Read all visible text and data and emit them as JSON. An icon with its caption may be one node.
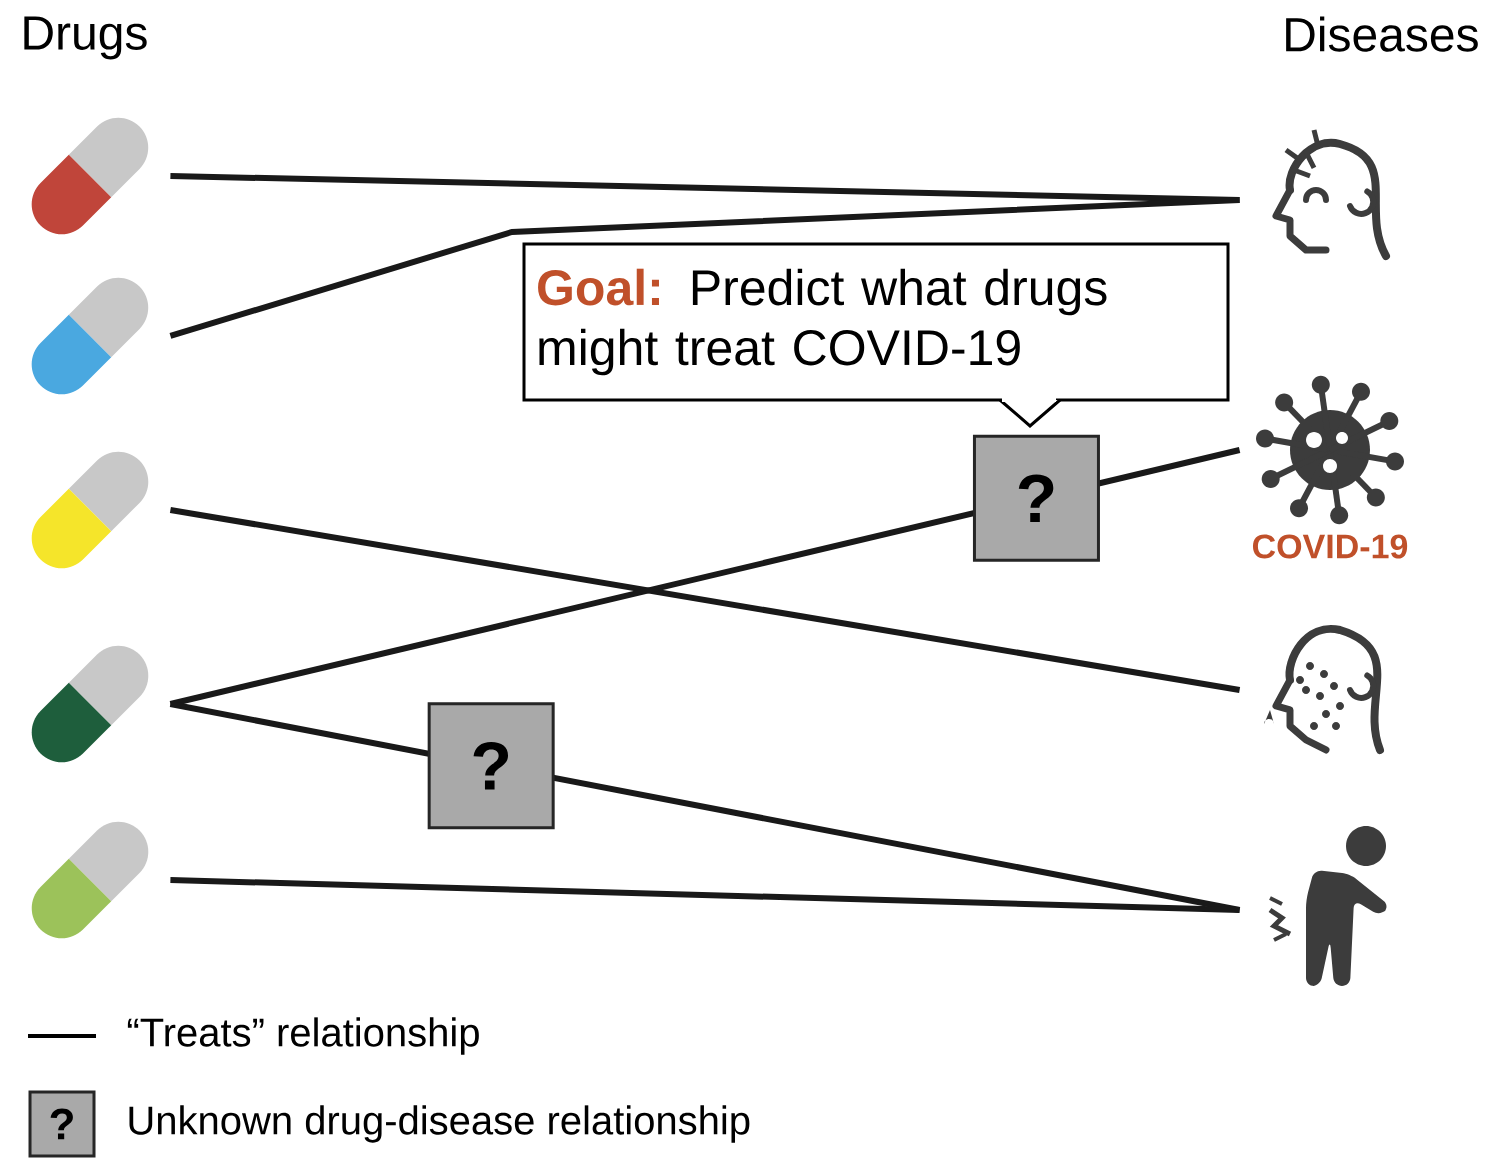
{
  "diagram": {
    "nodes": [
      {
        "text": [],
        "shape": "pill"
      },
      {
        "text": [],
        "shape": "pill"
      },
      {
        "text": [],
        "shape": "pill"
      },
      {
        "text": [],
        "shape": "pill"
      },
      {
        "text": [],
        "shape": "pill"
      },
      {
        "text": [],
        "shape": "picture"
      },
      {
        "text": [],
        "shape": "picture",
        "beside": [
          "COVID-19"
        ]
      },
      {
        "text": [],
        "shape": "picture"
      },
      {
        "text": [],
        "shape": "picture"
      },
      {
        "text": [
          "Goal:",
          "Predict what drugs might treat COVID-19"
        ]
      }
    ],
    "edges": [
      {
        "from": 0,
        "to": 5,
        "arrow": "none"
      },
      {
        "from": 1,
        "to": 5,
        "arrow": "none"
      },
      {
        "from": 2,
        "to": 7,
        "arrow": "none"
      },
      {
        "from": 3,
        "to": 6,
        "arrow": "none",
        "label": "?"
      },
      {
        "from": 3,
        "to": 8,
        "arrow": "none",
        "label": "?"
      },
      {
        "from": 4,
        "to": 8,
        "arrow": "none"
      }
    ],
    "labels": [
      "Drugs",
      "Diseases",
      "?"
    ],
    "legend": [
      {
        "text": "“Treats” relationship"
      },
      {
        "text": "Unknown drug-disease relationship"
      }
    ]
  }
}
